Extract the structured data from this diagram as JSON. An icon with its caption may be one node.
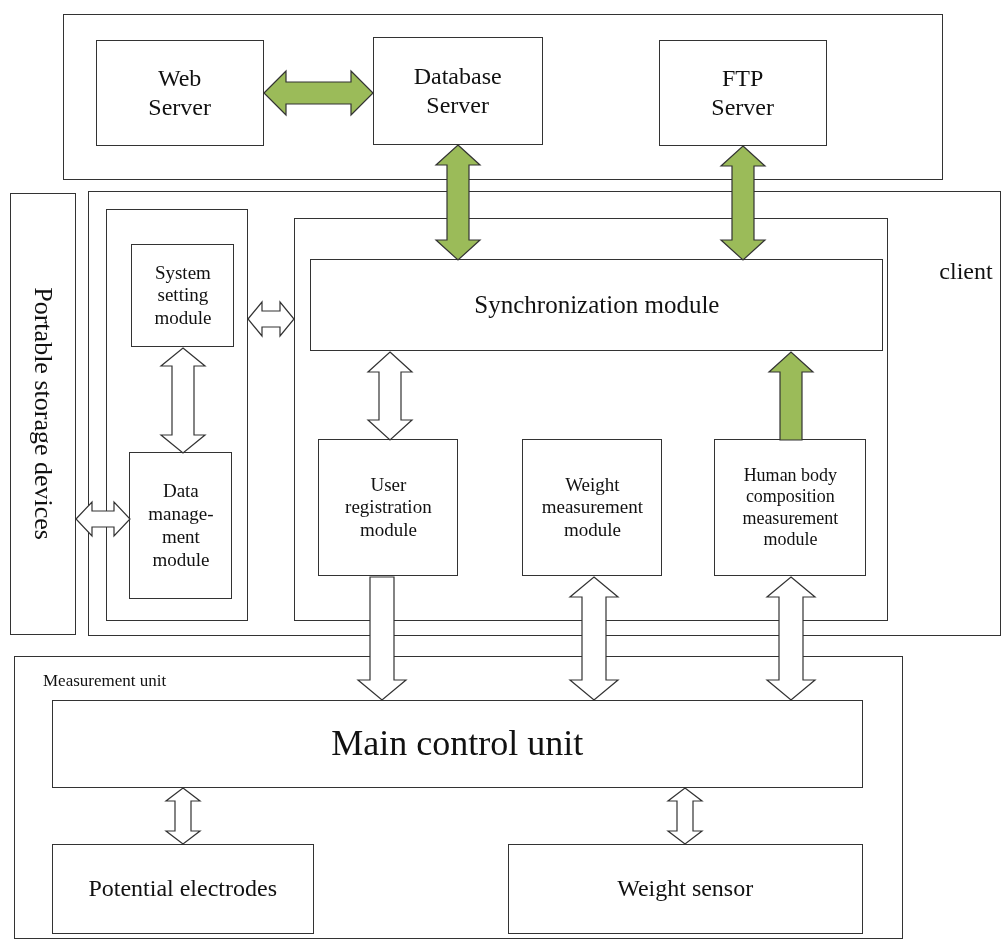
{
  "diagram": {
    "nodes": [
      {
        "text": [],
        "shape": "box"
      },
      {
        "text": [
          "Web Server"
        ],
        "in": 0
      },
      {
        "text": [
          "Database Server"
        ],
        "in": 0
      },
      {
        "text": [
          "FTP Server"
        ],
        "in": 0
      },
      {
        "text": [
          "Portable storage devices"
        ]
      },
      {
        "text": [
          "client"
        ]
      },
      {
        "text": [],
        "shape": "box",
        "in": 5
      },
      {
        "text": [
          "System setting module"
        ],
        "in": 6
      },
      {
        "text": [
          "Data manage-ment module"
        ],
        "in": 6
      },
      {
        "text": [],
        "shape": "box",
        "in": 5
      },
      {
        "text": [
          "Synchronization module"
        ],
        "in": 9
      },
      {
        "text": [
          "User registration module"
        ],
        "in": 9
      },
      {
        "text": [
          "Weight measurement module"
        ],
        "in": 9
      },
      {
        "text": [
          "Human body composition measurement module"
        ],
        "in": 9
      },
      {
        "text": [
          "Measurement unit"
        ]
      },
      {
        "text": [
          "Main control unit"
        ],
        "in": 14
      },
      {
        "text": [
          "Potential electrodes"
        ],
        "in": 14
      },
      {
        "text": [
          "Weight sensor"
        ],
        "in": 14
      }
    ],
    "edges": [
      {
        "from": 1,
        "to": 2,
        "arrow": "both",
        "color": "#9bbb59"
      },
      {
        "from": 2,
        "to": 10,
        "arrow": "both",
        "color": "#9bbb59"
      },
      {
        "from": 3,
        "to": 10,
        "arrow": "both",
        "color": "#9bbb59"
      },
      {
        "from": 10,
        "to": 11,
        "arrow": "both"
      },
      {
        "from": 13,
        "to": 10,
        "arrow": "to",
        "color": "#9bbb59"
      },
      {
        "from": 7,
        "to": 8,
        "arrow": "both"
      },
      {
        "from": 6,
        "to": 9,
        "arrow": "both"
      },
      {
        "from": 4,
        "to": 8,
        "arrow": "both"
      },
      {
        "from": 11,
        "to": 15,
        "arrow": "to"
      },
      {
        "from": 12,
        "to": 15,
        "arrow": "both"
      },
      {
        "from": 13,
        "to": 15,
        "arrow": "both"
      },
      {
        "from": 15,
        "to": 16,
        "arrow": "both"
      },
      {
        "from": 15,
        "to": 17,
        "arrow": "both"
      }
    ]
  }
}
